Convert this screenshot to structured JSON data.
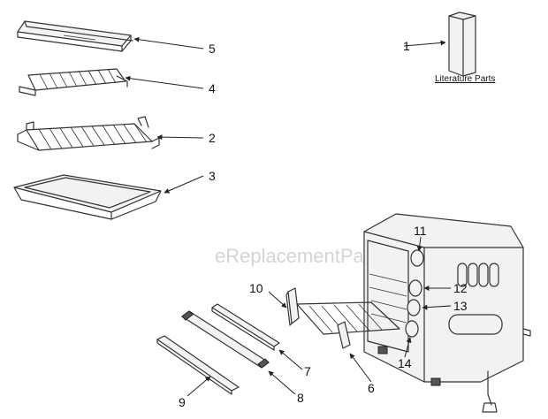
{
  "watermark": "eReplacementParts.com",
  "literature_label": "Literature Parts",
  "callouts": [
    "1",
    "2",
    "3",
    "4",
    "5",
    "6",
    "7",
    "8",
    "9",
    "10",
    "11",
    "12",
    "13",
    "14"
  ]
}
